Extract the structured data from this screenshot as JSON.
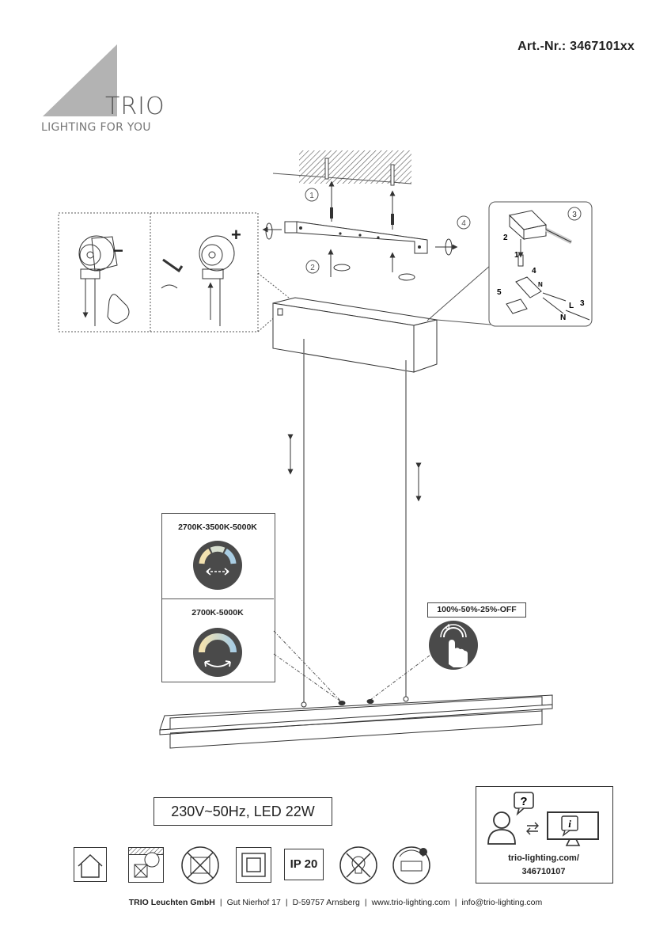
{
  "header": {
    "art_nr": "Art.-Nr.: 3467101xx",
    "brand": "TRIO",
    "tagline": "LIGHTING FOR YOU"
  },
  "steps": {
    "s1": "1",
    "s2": "2",
    "s3": "3",
    "s4": "4"
  },
  "wiring": {
    "n2": "2",
    "n1": "1",
    "n4": "4",
    "n5": "5",
    "n3": "3",
    "l": "L",
    "n": "N",
    "n_small": "N"
  },
  "adjust": {
    "minus": "−",
    "plus": "+"
  },
  "cct": {
    "option1": "2700K-3500K-5000K",
    "option2": "2700K-5000K"
  },
  "dimming": {
    "label": "100%-50%-25%-OFF",
    "touch_count": "4"
  },
  "specs": {
    "text": "230V~50Hz, LED 22W"
  },
  "symbols": {
    "ip": "IP 20"
  },
  "info": {
    "url_line1": "trio-lighting.com/",
    "url_line2": "346710107"
  },
  "footer": {
    "company": "TRIO Leuchten GmbH",
    "address": "Gut Nierhof 17",
    "city": "D-59757 Arnsberg",
    "web": "www.trio-lighting.com",
    "email": "info@trio-lighting.com"
  },
  "colors": {
    "logo_gray": "#b3b3b3",
    "line": "#333333",
    "dark_icon": "#4a4a4a",
    "warm": "#f3e2b0",
    "cool": "#a9cde3"
  }
}
